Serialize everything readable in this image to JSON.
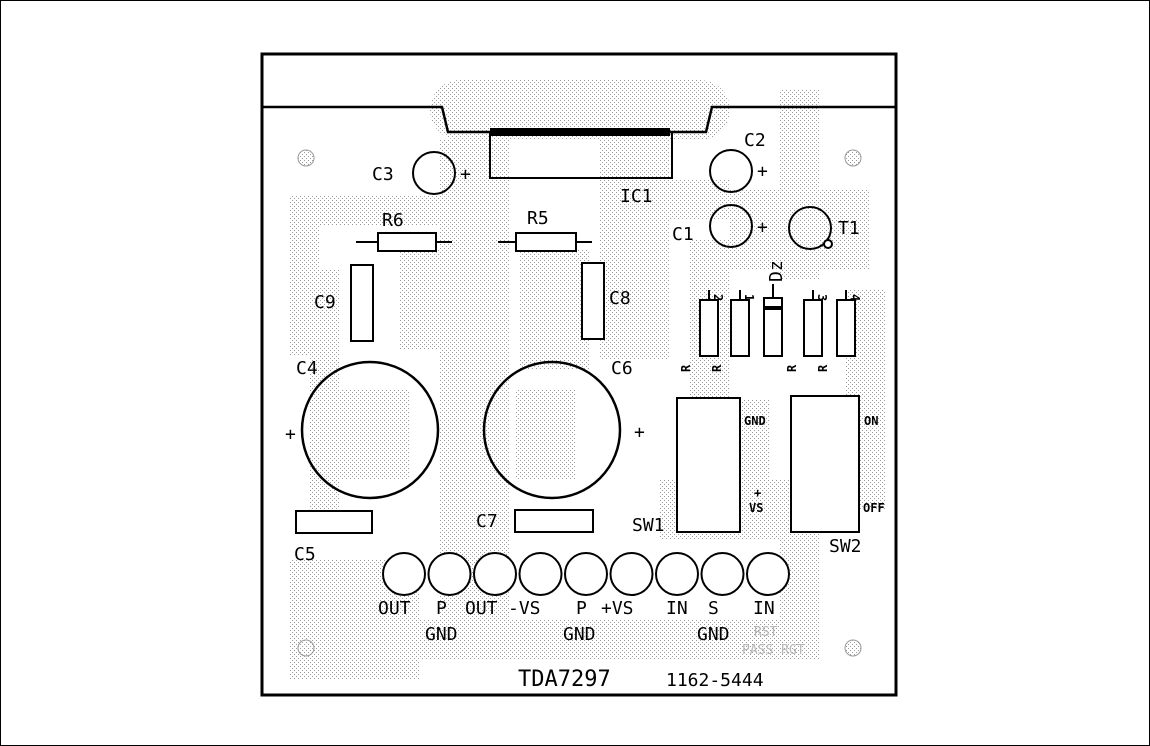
{
  "board": {
    "ic_label": "IC1",
    "caps": {
      "c1": "C1",
      "c2": "C2",
      "c3": "C3",
      "c4": "C4",
      "c5": "C5",
      "c6": "C6",
      "c7": "C7",
      "c8": "C8",
      "c9": "C9"
    },
    "transistor": "T1",
    "zener": "Dz",
    "resistors": {
      "r5": "R5",
      "r6": "R6"
    },
    "resistor_bank": [
      {
        "num": "2",
        "letter": "R"
      },
      {
        "num": "1",
        "letter": "R"
      },
      {
        "num": "3",
        "letter": "R"
      },
      {
        "num": "4",
        "letter": "R"
      }
    ],
    "plus": "+",
    "sw1": {
      "label": "SW1",
      "top": "GND",
      "bottom_plus": "+",
      "bottom": "VS"
    },
    "sw2": {
      "label": "SW2",
      "top": "ON",
      "bottom": "OFF"
    },
    "pins_top": [
      "OUT",
      "P",
      "OUT",
      "-VS",
      "P",
      "+VS",
      "IN",
      "S",
      "IN"
    ],
    "pins_bottom": [
      "GND",
      "GND",
      "GND"
    ],
    "ghost_text": [
      "RST",
      "PASS RGT"
    ],
    "footer_part": "TDA7297",
    "footer_code": "1162-5444"
  }
}
